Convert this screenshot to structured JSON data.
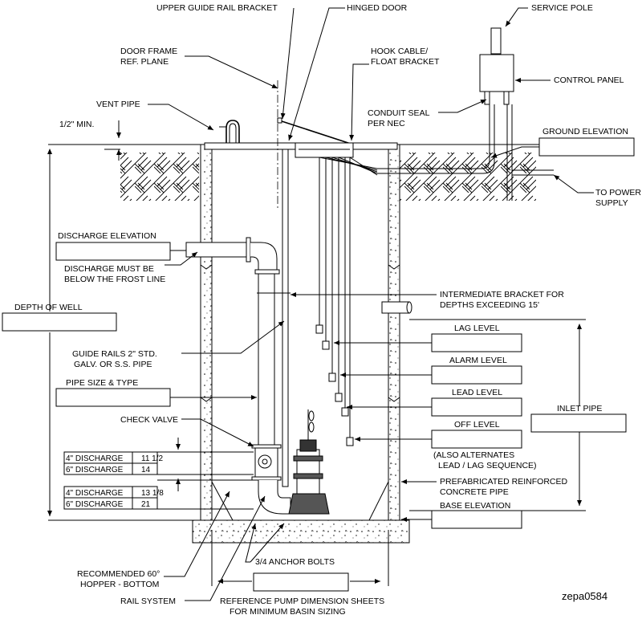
{
  "labels": {
    "upper_guide_rail_bracket": "UPPER GUIDE RAIL BRACKET",
    "hinged_door": "HINGED DOOR",
    "service_pole": "SERVICE POLE",
    "door_frame_1": "DOOR FRAME",
    "door_frame_2": "REF. PLANE",
    "hook_cable_1": "HOOK CABLE/",
    "hook_cable_2": "FLOAT BRACKET",
    "control_panel": "CONTROL PANEL",
    "vent_pipe": "VENT PIPE",
    "conduit_seal_1": "CONDUIT SEAL",
    "conduit_seal_2": "PER NEC",
    "half_inch_min": "1/2\" MIN.",
    "ground_elevation": "GROUND ELEVATION",
    "to_power_1": "TO POWER",
    "to_power_2": "SUPPLY",
    "discharge_elevation": "DISCHARGE ELEVATION",
    "discharge_frost_1": "DISCHARGE MUST BE",
    "discharge_frost_2": "BELOW THE FROST LINE",
    "intermediate_bracket_1": "INTERMEDIATE BRACKET FOR",
    "intermediate_bracket_2": "DEPTHS EXCEEDING 15'",
    "depth_of_well": "DEPTH OF WELL",
    "lag_level": "LAG LEVEL",
    "guide_rails_1": "GUIDE RAILS 2\" STD.",
    "guide_rails_2": "GALV. OR S.S. PIPE",
    "alarm_level": "ALARM LEVEL",
    "pipe_size_type": "PIPE SIZE & TYPE",
    "lead_level": "LEAD LEVEL",
    "check_valve": "CHECK VALVE",
    "inlet_pipe": "INLET PIPE",
    "off_level": "OFF LEVEL",
    "alternates_1": "(ALSO ALTERNATES",
    "alternates_2": "LEAD / LAG SEQUENCE)",
    "prefab_1": "PREFABRICATED REINFORCED",
    "prefab_2": "CONCRETE PIPE",
    "base_elevation": "BASE ELEVATION",
    "hopper_1": "RECOMMENDED 60°",
    "hopper_2": "HOPPER - BOTTOM",
    "anchor_bolts": "3/4 ANCHOR BOLTS",
    "rail_system": "RAIL SYSTEM",
    "reference_1": "REFERENCE PUMP DIMENSION SHEETS",
    "reference_2": "FOR MINIMUM BASIN SIZING",
    "drawing_code": "zepa0584"
  },
  "discharge_table_upper": [
    {
      "size": "4\" DISCHARGE",
      "value": "11 1/2"
    },
    {
      "size": "6\" DISCHARGE",
      "value": "14"
    }
  ],
  "discharge_table_lower": [
    {
      "size": "4\" DISCHARGE",
      "value": "13 1/8"
    },
    {
      "size": "6\" DISCHARGE",
      "value": "21"
    }
  ]
}
